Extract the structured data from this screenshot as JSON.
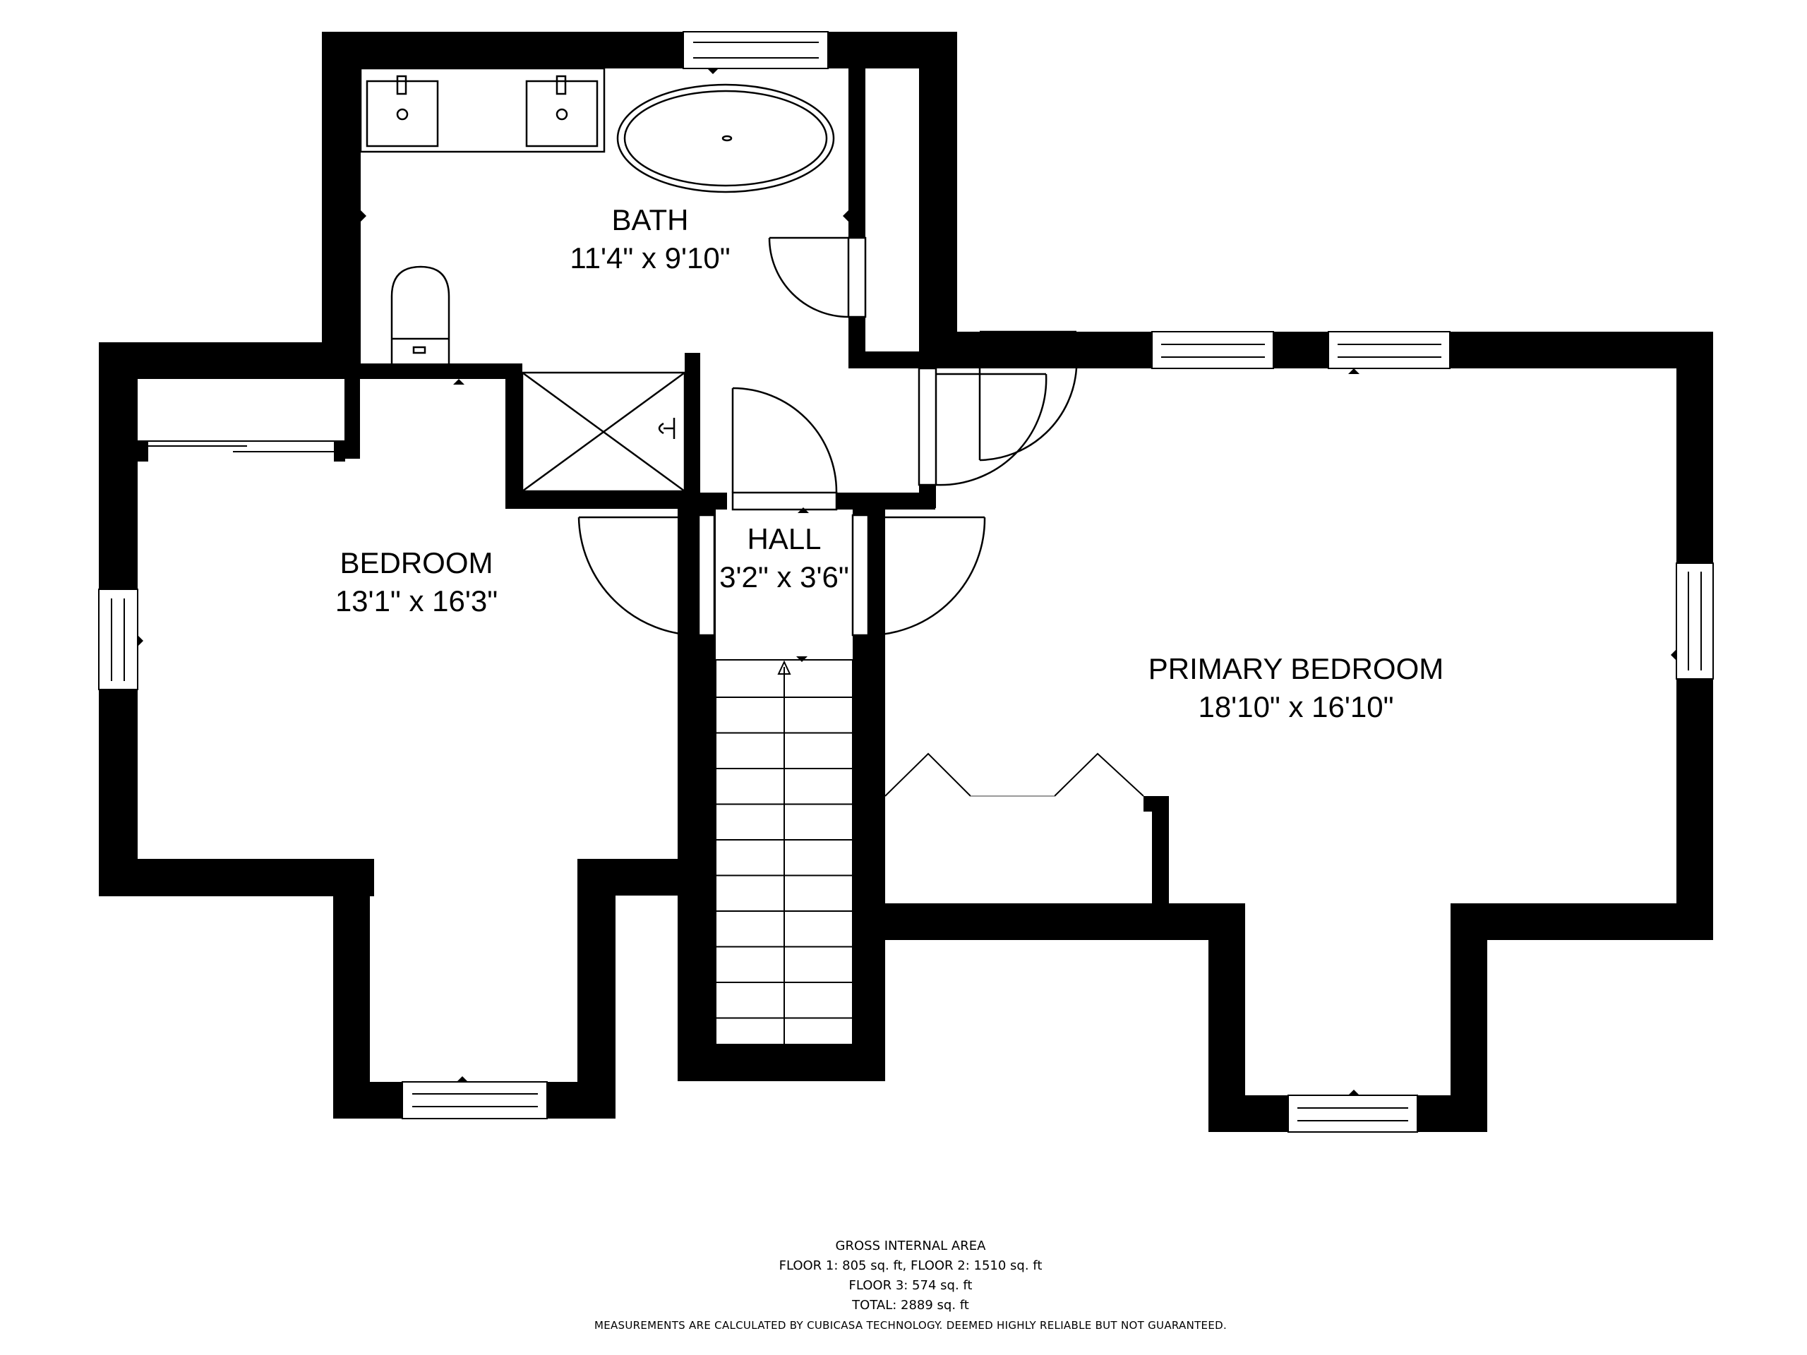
{
  "rooms": {
    "bath": {
      "name": "BATH",
      "size": "11'4\" x 9'10\""
    },
    "bedroom": {
      "name": "BEDROOM",
      "size": "13'1\" x 16'3\""
    },
    "hall": {
      "name": "HALL",
      "size": "3'2\" x 3'6\""
    },
    "primary": {
      "name": "PRIMARY BEDROOM",
      "size": "18'10\" x 16'10\""
    }
  },
  "footer": {
    "heading": "GROSS INTERNAL AREA",
    "line1": "FLOOR 1: 805 sq. ft, FLOOR 2: 1510 sq. ft",
    "line2": "FLOOR 3: 574 sq. ft",
    "line3": "TOTAL: 2889 sq. ft",
    "disclaimer": "MEASUREMENTS ARE CALCULATED BY CUBICASA TECHNOLOGY. DEEMED HIGHLY RELIABLE BUT NOT GUARANTEED."
  },
  "colors": {
    "wall": "#000000",
    "background": "#ffffff"
  }
}
